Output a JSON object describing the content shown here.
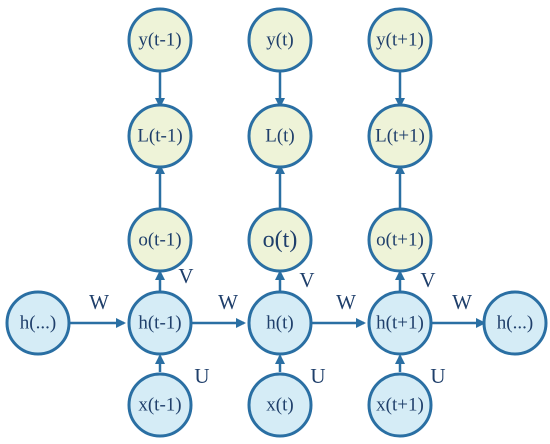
{
  "nodes": {
    "y_prev": "y(t-1)",
    "y_curr": "y(t)",
    "y_next": "y(t+1)",
    "L_prev": "L(t-1)",
    "L_curr": "L(t)",
    "L_next": "L(t+1)",
    "o_prev": "o(t-1)",
    "o_curr": "o(t)",
    "o_next": "o(t+1)",
    "h_start": "h(...)",
    "h_prev": "h(t-1)",
    "h_curr": "h(t)",
    "h_next": "h(t+1)",
    "h_end": "h(...)",
    "x_prev": "x(t-1)",
    "x_curr": "x(t)",
    "x_next": "x(t+1)"
  },
  "weights": {
    "W": "W",
    "V": "V",
    "U": "U"
  },
  "colors": {
    "output_fill": "#eef3d8",
    "hidden_fill": "#d5ecf6",
    "stroke": "#2a6fa3",
    "text": "#1f3f6b"
  }
}
